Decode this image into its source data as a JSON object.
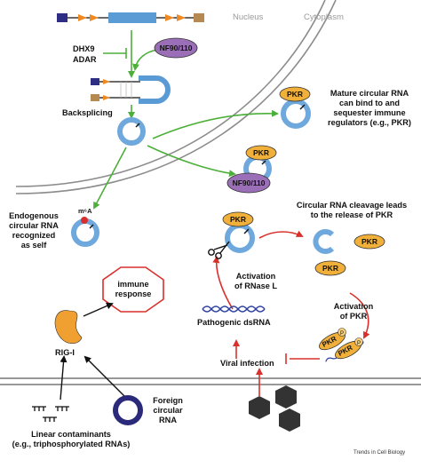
{
  "regions": {
    "nucleus": "Nucleus",
    "cytoplasm": "Cytoplasm"
  },
  "labels": {
    "dhx9": "DHX9",
    "adar": "ADAR",
    "nf90": "NF90/110",
    "backsplicing": "Backsplicing",
    "pkr": "PKR",
    "mature_text": "Mature circular RNA\ncan bind to and\nsequester immune\nregulators (e.g., PKR)",
    "endogenous_text": "Endogenous\ncircular RNA\nrecognized\nas self",
    "m6a": "m⁶A",
    "immune_response": "immune\nresponse",
    "rigi": "RIG-I",
    "cleavage_text": "Circular RNA cleavage leads\nto the release of PKR",
    "activation_rnasel": "Activation\nof RNase L",
    "pathogenic": "Pathogenic dsRNA",
    "activation_pkr": "Activation\nof PKR",
    "viral_infection": "Viral infection",
    "p": "P",
    "linear_text": "Linear contaminants\n(e.g., triphosphorylated RNAs)",
    "foreign_text": "Foreign\ncircular\nRNA",
    "credit": "Trends in Cell Biology"
  },
  "colors": {
    "circ_rna": "#6fa8dc",
    "exon_blue": "#5b9bd5",
    "pkr_orange": "#f0b03a",
    "nf90_purple": "#9b6fb8",
    "green_arrow": "#4caf3a",
    "red_arrow": "#d9302c",
    "rigi_orange": "#f0a030",
    "foreign_ring": "#2b2a7a",
    "membrane": "#7a7a7a"
  }
}
